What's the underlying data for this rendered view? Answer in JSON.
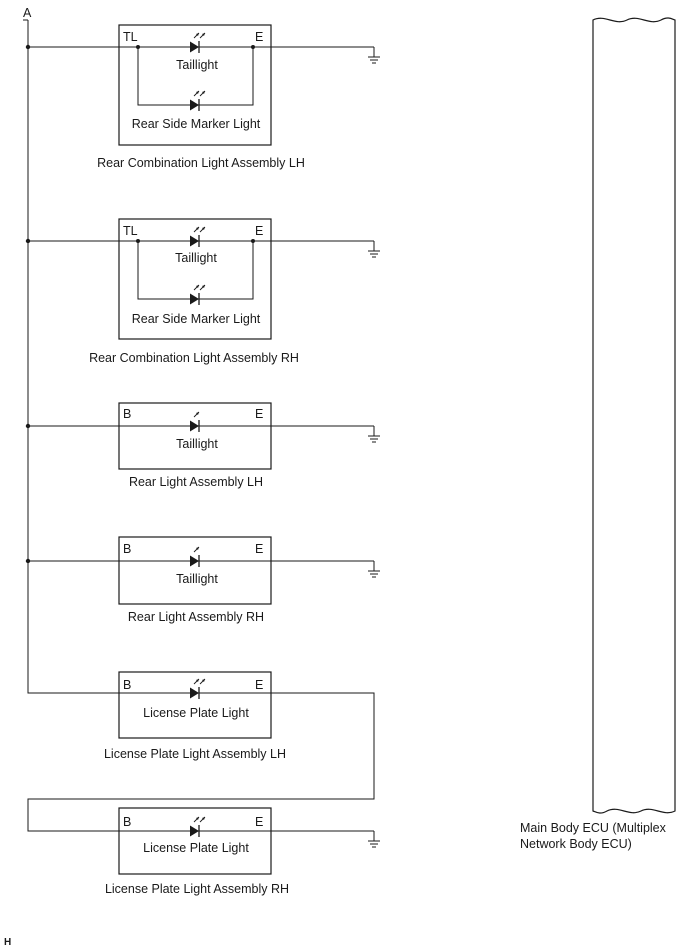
{
  "connector_label": "A",
  "corner_label": "H",
  "assemblies": [
    {
      "pins": {
        "left": "TL",
        "right": "E"
      },
      "lights": [
        "Taillight",
        "Rear Side Marker Light"
      ],
      "name": "Rear Combination Light Assembly LH"
    },
    {
      "pins": {
        "left": "TL",
        "right": "E"
      },
      "lights": [
        "Taillight",
        "Rear Side Marker Light"
      ],
      "name": "Rear Combination Light Assembly RH"
    },
    {
      "pins": {
        "left": "B",
        "right": "E"
      },
      "lights": [
        "Taillight"
      ],
      "name": "Rear Light Assembly LH"
    },
    {
      "pins": {
        "left": "B",
        "right": "E"
      },
      "lights": [
        "Taillight"
      ],
      "name": "Rear Light Assembly RH"
    },
    {
      "pins": {
        "left": "B",
        "right": "E"
      },
      "lights": [
        "License Plate Light"
      ],
      "name": "License Plate Light Assembly LH"
    },
    {
      "pins": {
        "left": "B",
        "right": "E"
      },
      "lights": [
        "License Plate Light"
      ],
      "name": "License Plate Light Assembly RH"
    }
  ],
  "ecu": {
    "label_line1": "Main Body ECU (Multiplex",
    "label_line2": "Network Body ECU)"
  }
}
